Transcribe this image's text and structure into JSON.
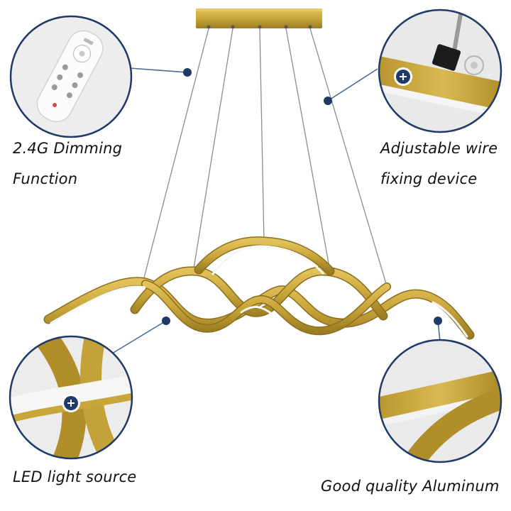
{
  "features": {
    "remote": {
      "line1": "2.4G Dimming",
      "line2": "Function"
    },
    "wire": {
      "line1": "Adjustable wire",
      "line2": "fixing device"
    },
    "led": {
      "label": "LED light source"
    },
    "aluminum": {
      "label": "Good quality Aluminum"
    }
  },
  "colors": {
    "gold": "#C9A63A",
    "gold_dark": "#9C7D22",
    "callout_navy": "#1F3A68",
    "callout_line": "#4A6A96",
    "led_white": "#F4F4F2"
  },
  "icons": [
    "remote-control-icon",
    "plus-marker-icon"
  ]
}
